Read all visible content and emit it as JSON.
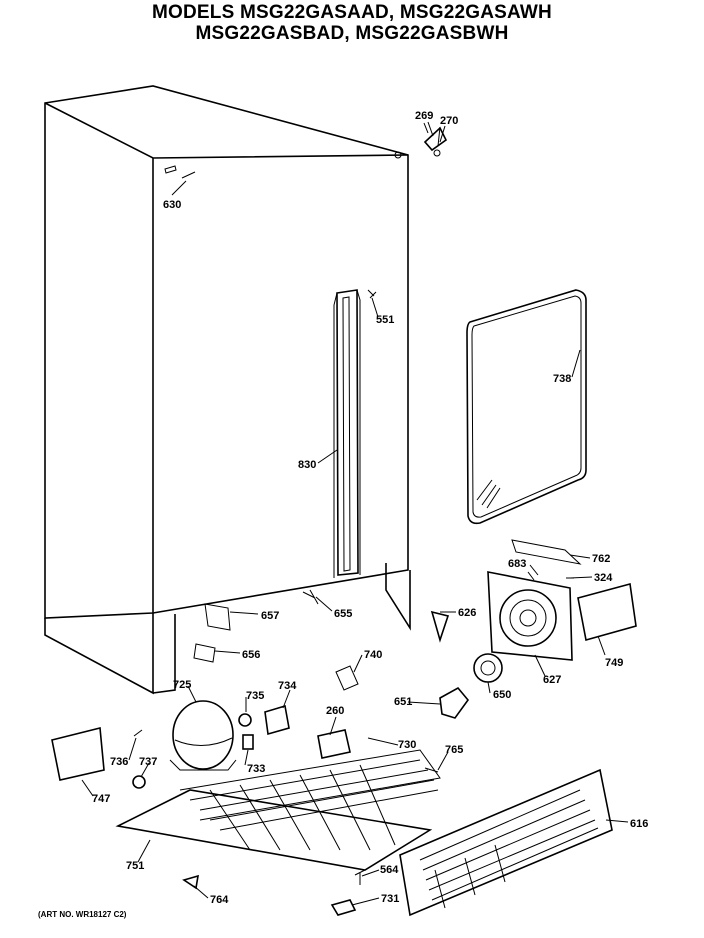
{
  "header": {
    "line1": "MODELS MSG22GASAAD, MSG22GASAWH",
    "line2": "MSG22GASBAD, MSG22GASBWH"
  },
  "footer": {
    "art_no": "(ART NO. WR18127 C2)"
  },
  "parts": {
    "p269": "269",
    "p270": "270",
    "p630": "630",
    "p551": "551",
    "p738": "738",
    "p830": "830",
    "p762": "762",
    "p683": "683",
    "p324": "324",
    "p657": "657",
    "p655": "655",
    "p626": "626",
    "p656": "656",
    "p749": "749",
    "p740": "740",
    "p627": "627",
    "p725": "725",
    "p735": "735",
    "p734": "734",
    "p650": "650",
    "p651": "651",
    "p260": "260",
    "p730": "730",
    "p765": "765",
    "p736": "736",
    "p737": "737",
    "p733": "733",
    "p747": "747",
    "p616": "616",
    "p751": "751",
    "p564": "564",
    "p731": "731",
    "p764": "764"
  }
}
